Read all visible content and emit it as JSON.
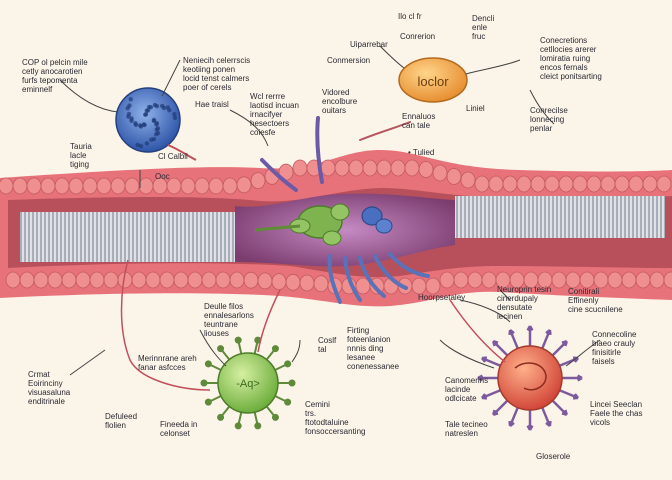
{
  "colors": {
    "vessel_outer": "#e0646a",
    "vessel_cells": "#ef8a8a",
    "vessel_inner": "#b84a57",
    "lumen_stripes": "#b9bcc6",
    "core": "#8a3d72",
    "blue_cell": "#3f68b8",
    "orange_cell": "#f0a548",
    "green_cell": "#8cc65a",
    "red_cell": "#e8684a",
    "green_complex": "#79a84a",
    "blue_complex": "#4466b3",
    "background": "#fbf4e8"
  },
  "labels": {
    "top_left": "COP ol pelcin mile\ncetly anocarotien\nfurfs tepomenta\neminnelf",
    "top_center": "Neniecih celerrscis\nkeotiing ponen\nlocid tenst calmers\npoer of cerels",
    "hae_traisl": "Hae traisl",
    "tauria": "Tauria\nlacle\ntiging",
    "cl_calbil": "Cl Calbil",
    "ooc": "Ooc",
    "blue_list": "Wcl rerrre\nlaotisd incuan\nirnacifyer\nhesectoers\ncoiesfe",
    "vidored": "Vidored\nencolbure\nouitars",
    "uiparrebar": "Uiparrebar",
    "conrerion": "Conrerion",
    "dencli": "Dencli\nenle\nfruc",
    "top_scribble": "Ilo cl fr",
    "conmersion": "Conmersion",
    "orange_text": "loclor",
    "ennaluos": "Ennaluos\ncan tale",
    "liniel": "Liniel",
    "tulied": "• Tulied",
    "right_top": "Conecretions\ncetllocies arerer\nlomiratia ruing\nencos fernals\ncleict ponitsarting",
    "conrecilse": "Conrecilse\nlonnecing\npenlar",
    "hoorpsetaley": "Hoorpsetaley",
    "neuroprin": "Neuroprin tesin\ncinerdupaly\ndensutate\nlecinen",
    "conitirali": "Conitirali\nEffinenly\ncine scucnilene",
    "right_mid": "Connecoline\nbiaeo crauly\nfinisitirle\nfaisels",
    "canomerins": "Canomerins\nlacinde\nodlcicate",
    "lincei_seeclan": "Lincei Seeclan\nFaele the chas\nvicols",
    "tale_tecineo": "Tale tecineo\nnatreslen",
    "gloserole": "Gloserole",
    "deulle_filos": "Deulle filos\nennalesarlons\nteuntrane\nliouses",
    "merinnrane": "Merinnrane areh\nfanar asfcces",
    "coslf": "Coslf\ntal",
    "firting": "Firting\nfoteenlanion\nnnnis ding\nlesanee\nconenessanee",
    "lower_left": "Crmat\nEoirinciny\nvisuasaluna\nenditrinale",
    "defuleed": "Defuleed\nflolien",
    "fineeda": "Fineeda in\ncelonset",
    "cemini": "Cemini\ntrs.\nftotodtaluine\nfonsoccersanting",
    "green_text": "-Aq>"
  }
}
